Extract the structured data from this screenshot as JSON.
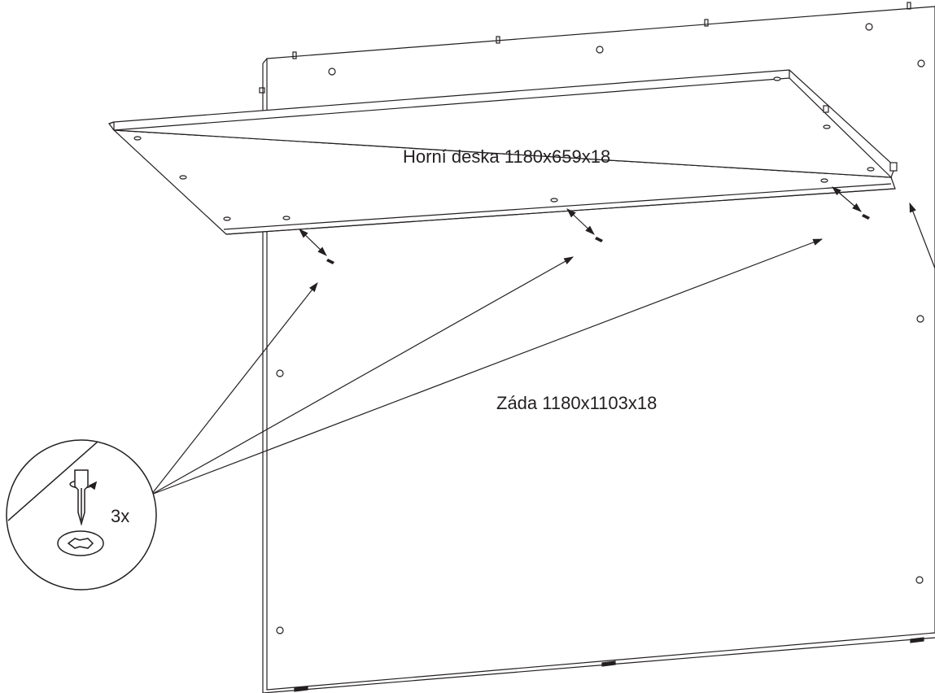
{
  "labels": {
    "top_panel": "Horní deska 1180x659x18",
    "back_panel": "Záda 1180x1103x18",
    "screw_count": "3x"
  },
  "icons": [
    "screwdriver-icon",
    "rotation-arrow-icon",
    "cam-lock-icon"
  ],
  "colors": {
    "line": "#231f20",
    "background": "#ffffff"
  }
}
